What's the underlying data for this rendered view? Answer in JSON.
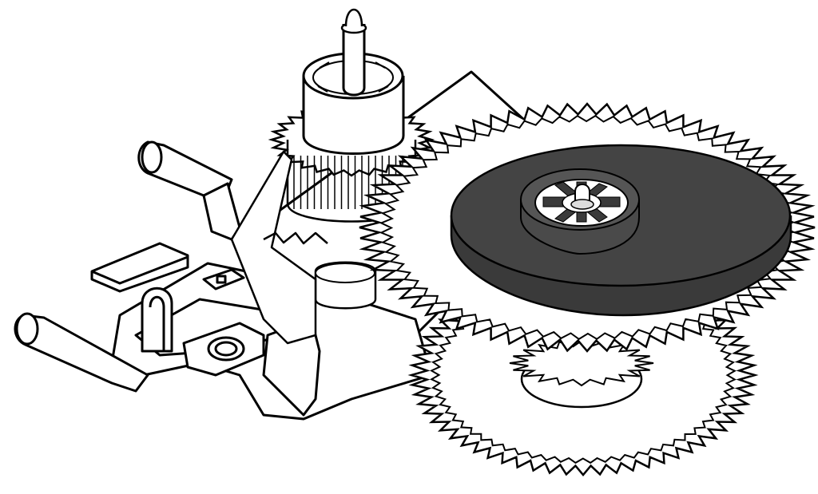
{
  "colors": {
    "background": "#ffffff",
    "line": "#000000",
    "disc_fill": "#3a3a3a",
    "disc_rim": "#555555",
    "hub_fill": "#4a4a4a"
  },
  "parts": [
    {
      "id": "rear-gear",
      "teeth": 64
    },
    {
      "id": "front-gear",
      "teeth": 72
    },
    {
      "id": "pinion-gear",
      "teeth": 28
    },
    {
      "id": "spacer-gear",
      "teeth": 20
    }
  ]
}
